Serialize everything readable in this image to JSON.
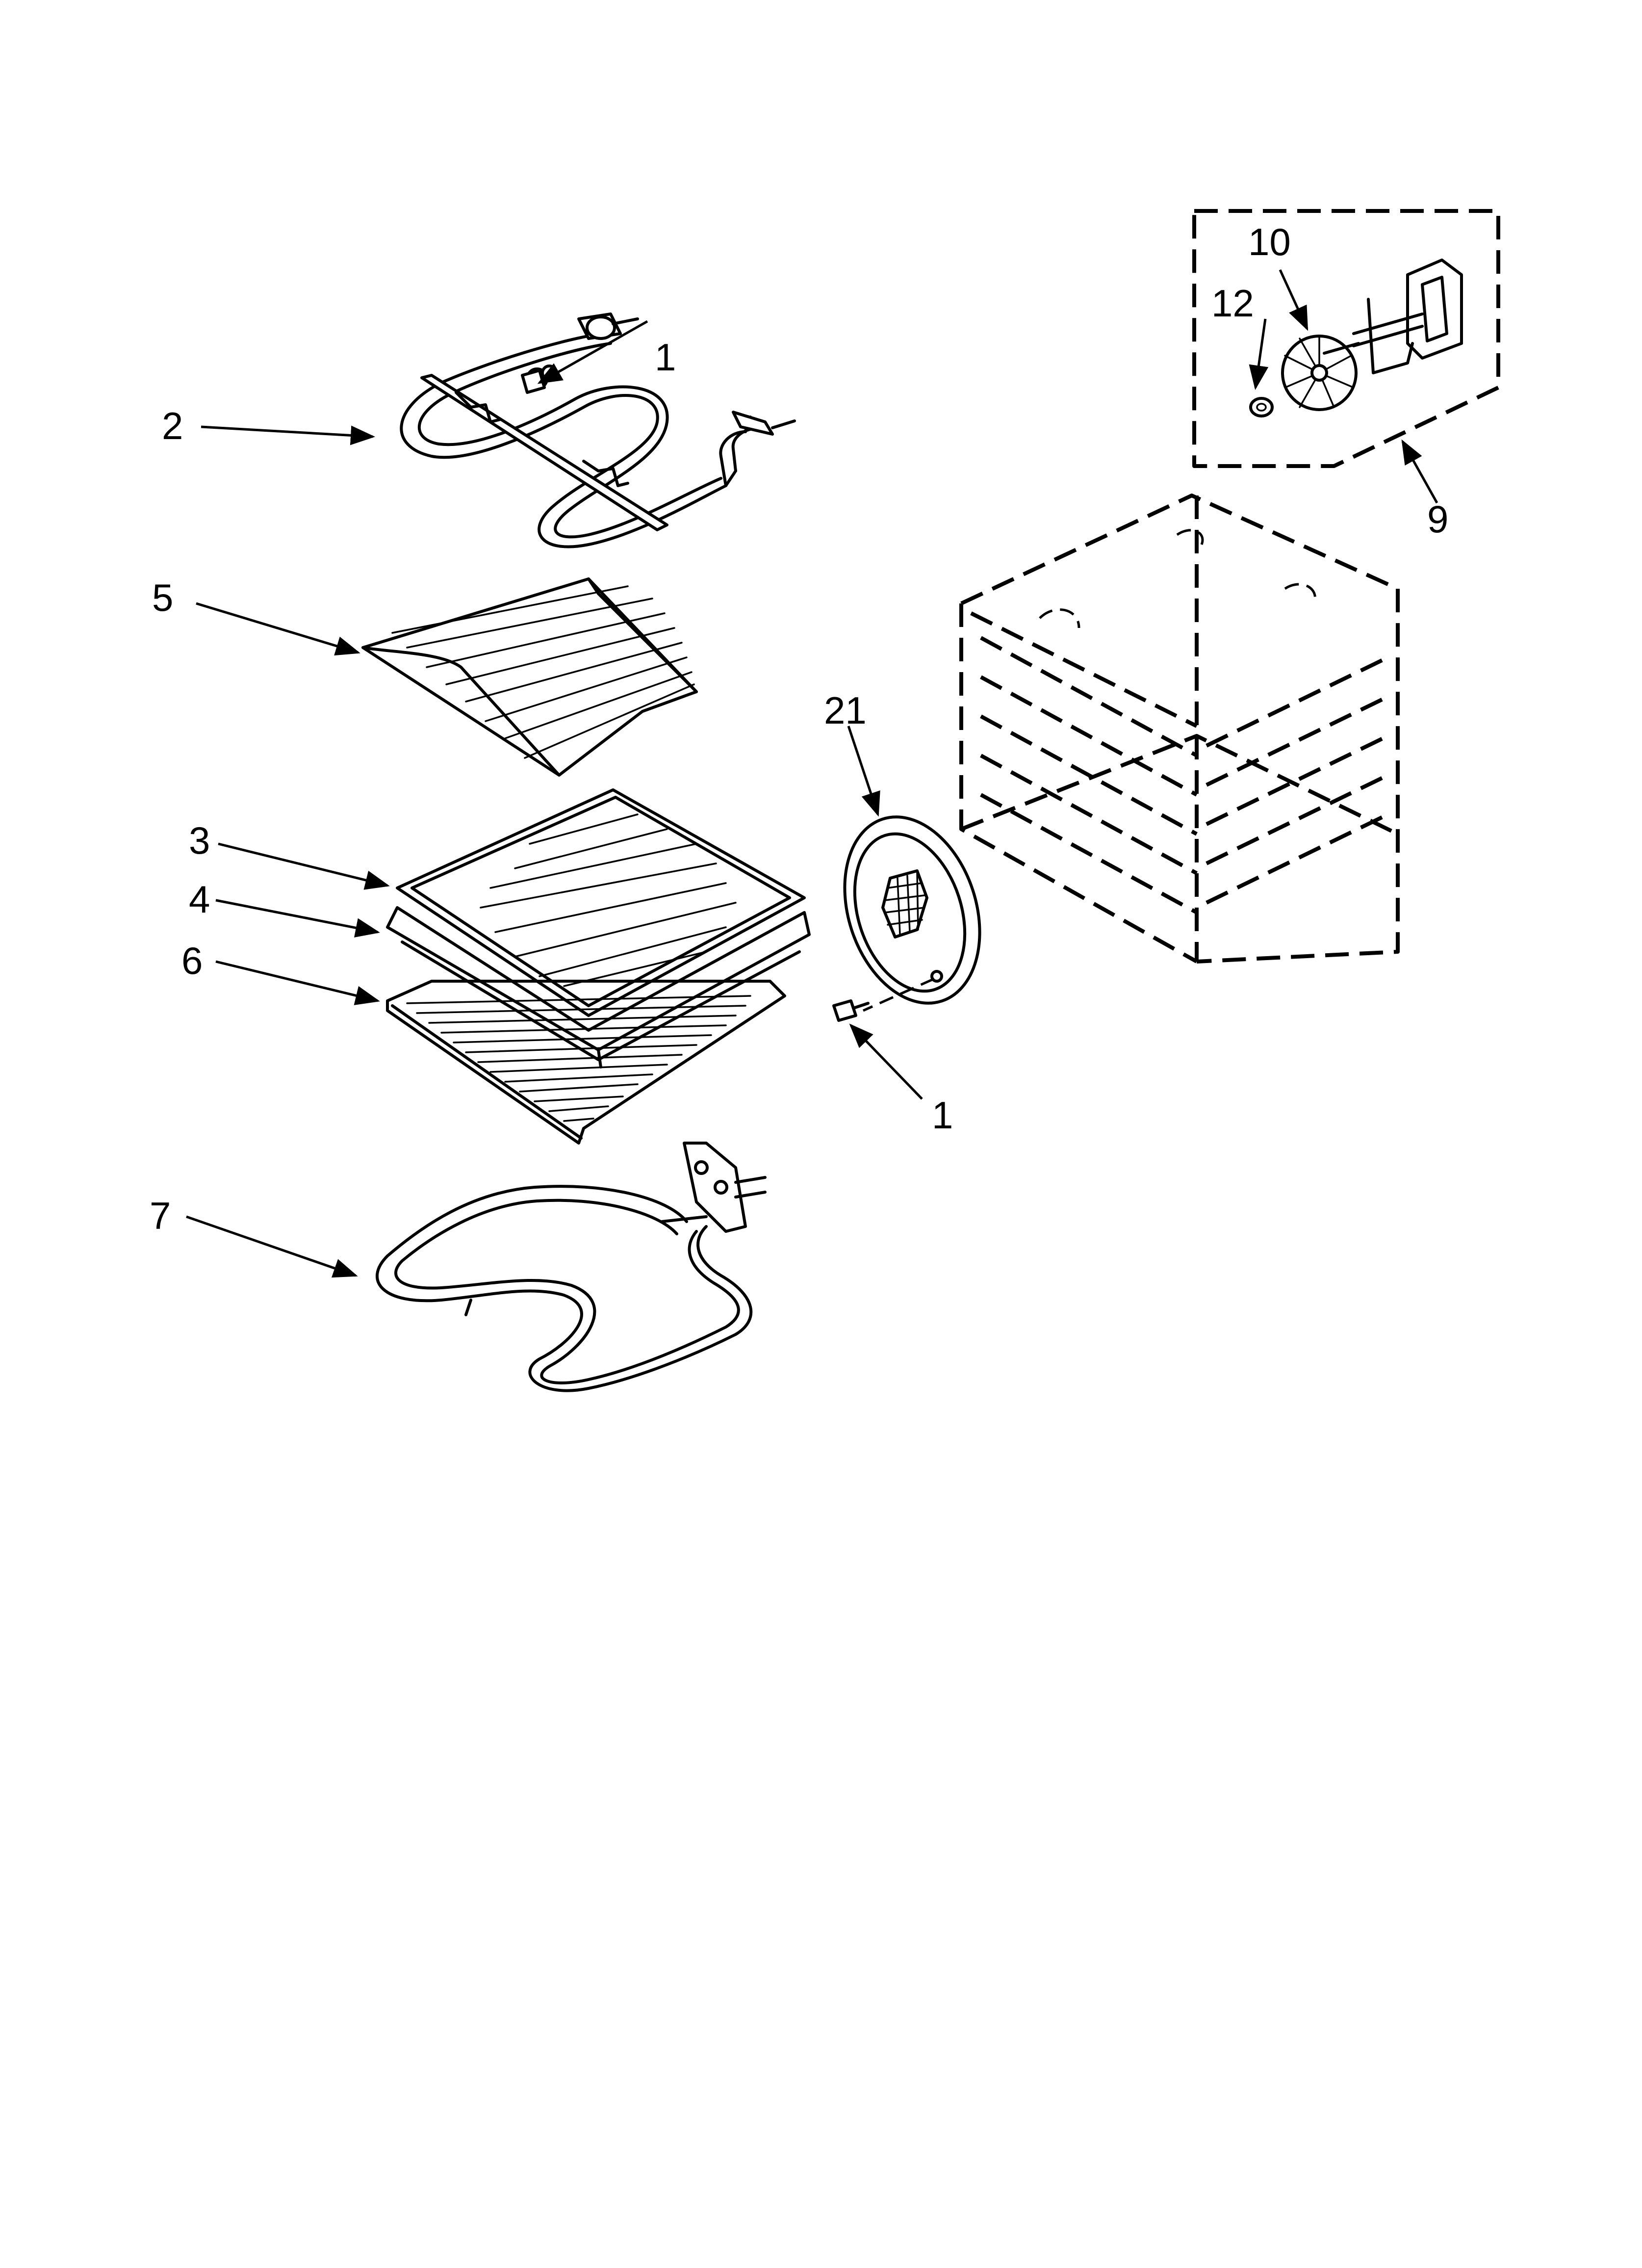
{
  "callouts": {
    "c1_top": "1",
    "c2": "2",
    "c3": "3",
    "c4": "4",
    "c5": "5",
    "c6": "6",
    "c7": "7",
    "c9": "9",
    "c10": "10",
    "c12": "12",
    "c21": "21",
    "c1_bottom": "1"
  },
  "colors": {
    "line": "#000000",
    "background": "#ffffff"
  }
}
